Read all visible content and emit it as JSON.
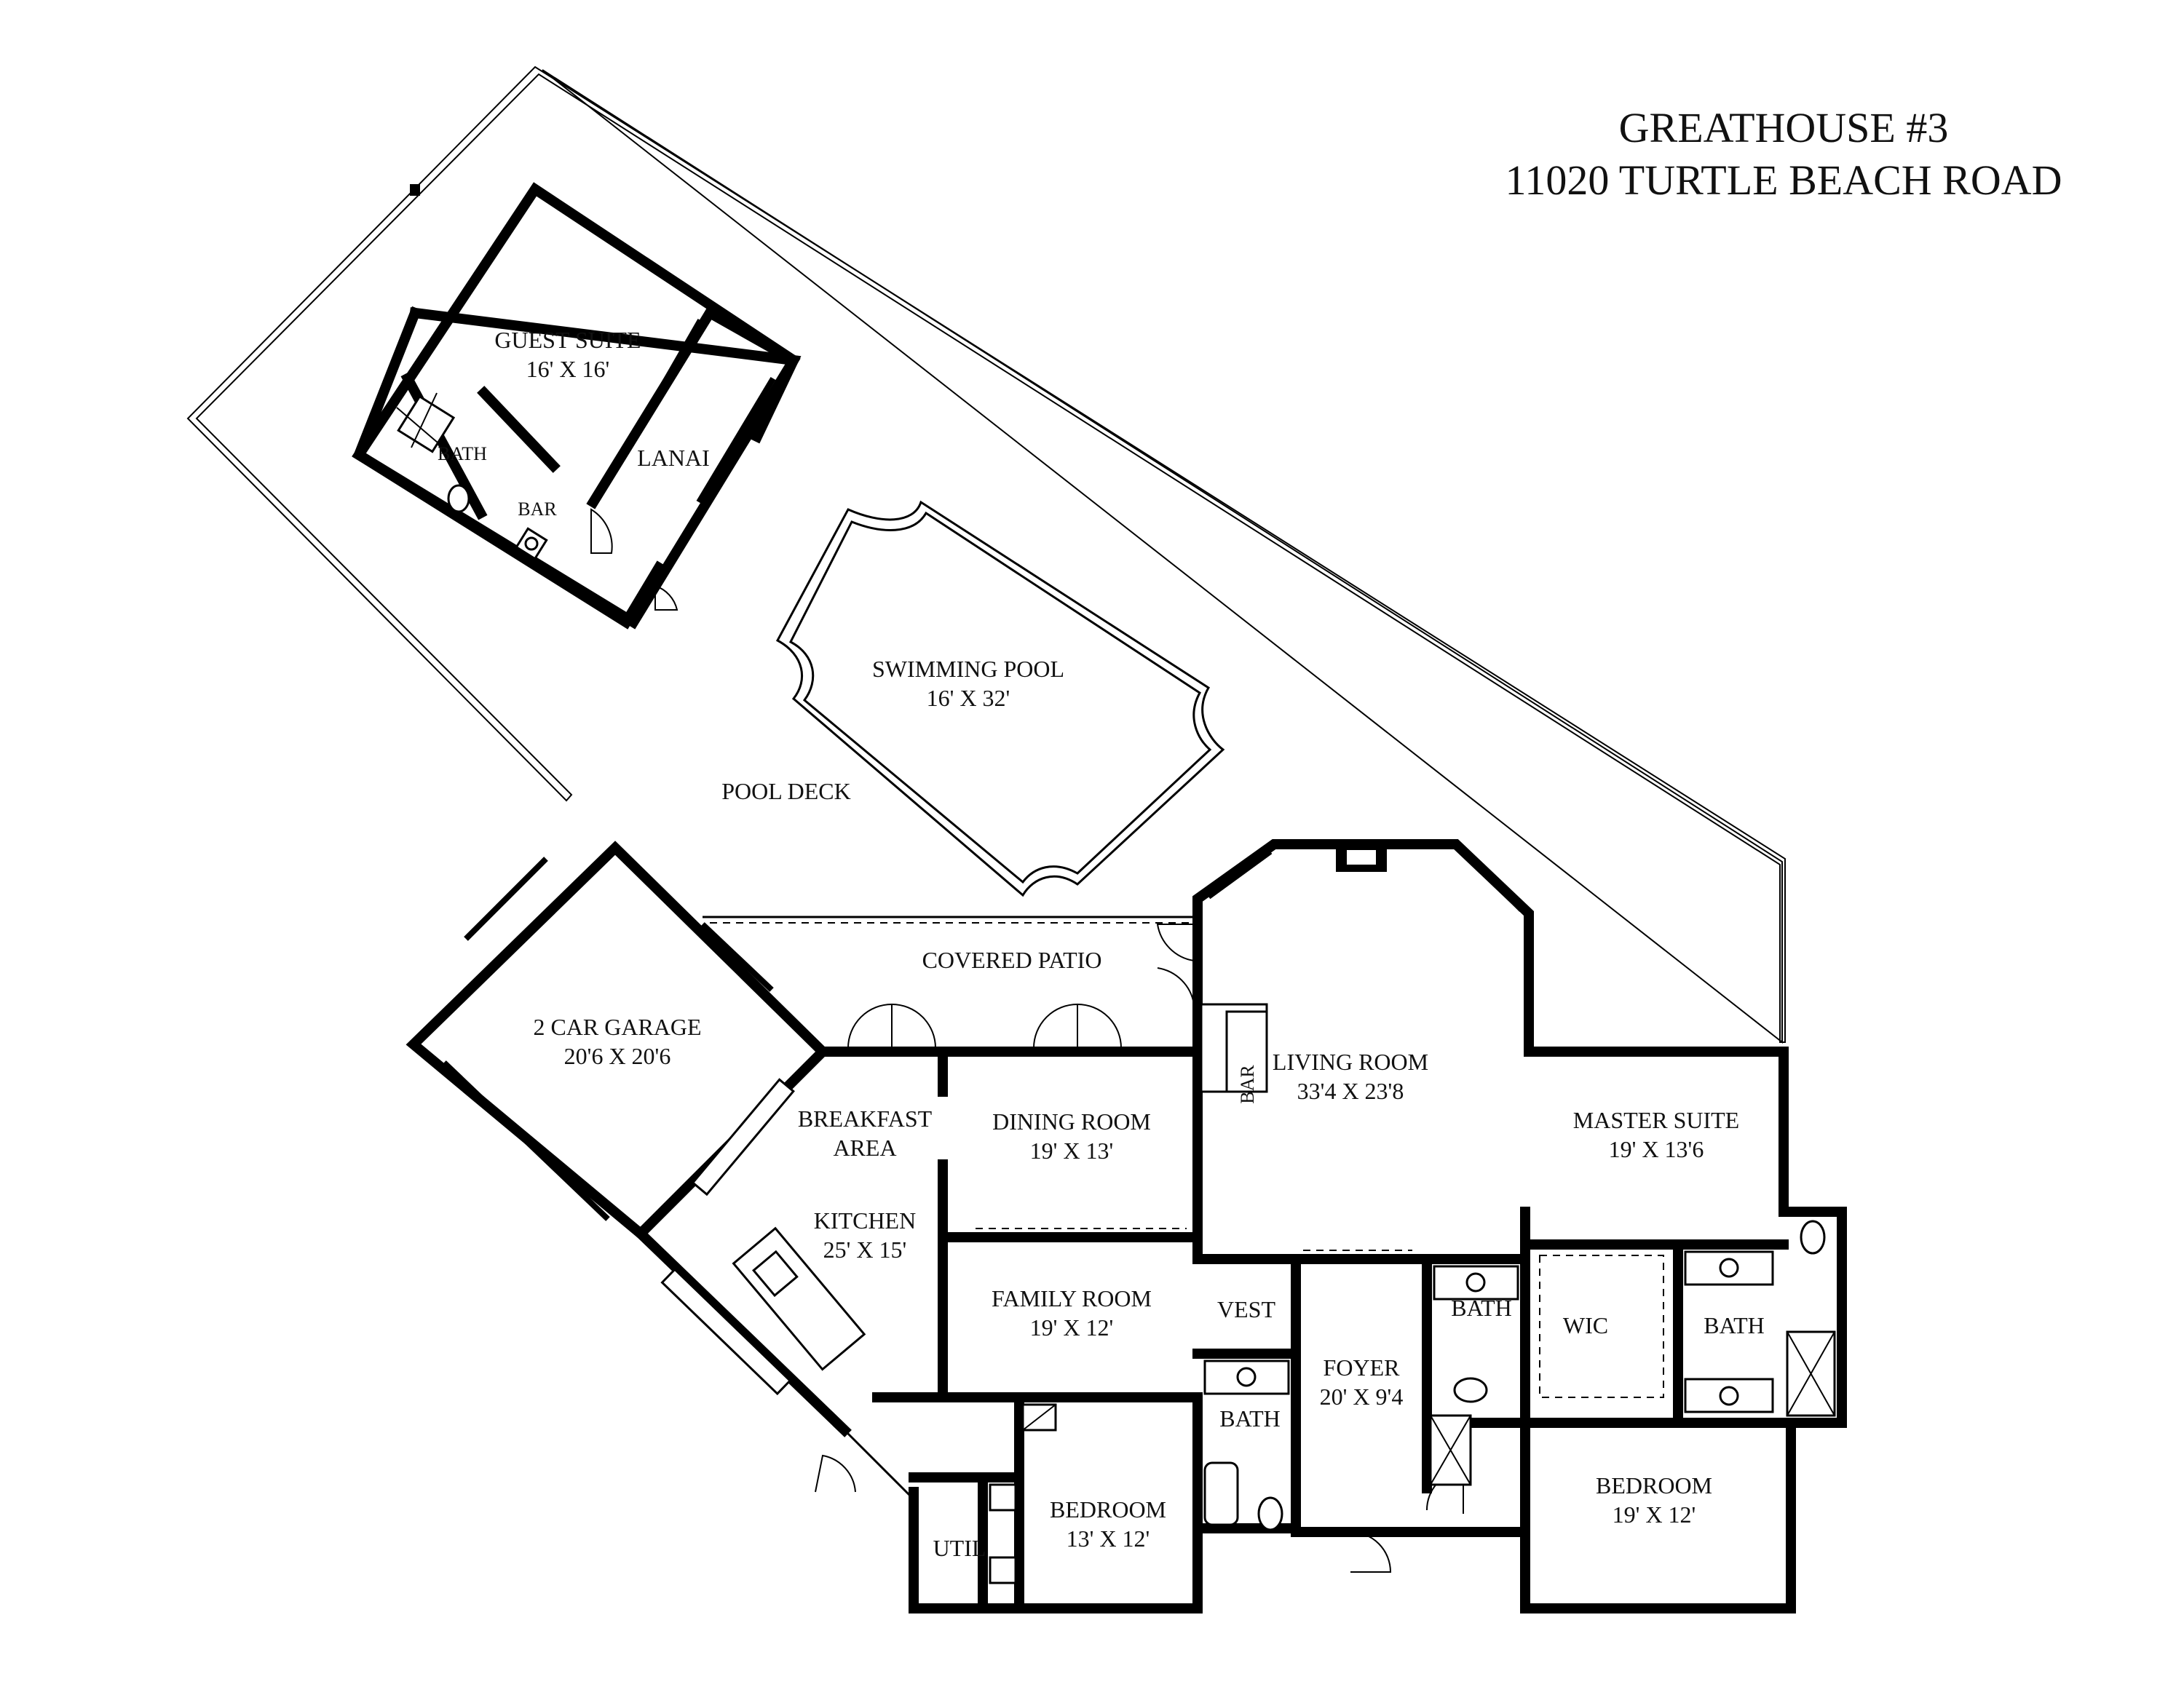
{
  "title": {
    "line1": "GREATHOUSE #3",
    "line2": "11020 TURTLE BEACH ROAD"
  },
  "rooms": {
    "guest_suite": {
      "name": "GUEST SUITE",
      "size": "16' X 16'"
    },
    "lanai": {
      "name": "LANAI"
    },
    "guest_bath": {
      "name": "BATH"
    },
    "guest_bar": {
      "name": "BAR"
    },
    "pool": {
      "name": "SWIMMING POOL",
      "size": "16' X 32'"
    },
    "pool_deck": {
      "name": "POOL DECK"
    },
    "covered_patio": {
      "name": "COVERED PATIO"
    },
    "garage": {
      "name": "2 CAR GARAGE",
      "size": "20'6 X 20'6"
    },
    "breakfast": {
      "name_line1": "BREAKFAST",
      "name_line2": "AREA"
    },
    "dining": {
      "name": "DINING ROOM",
      "size": "19' X 13'"
    },
    "kitchen": {
      "name": "KITCHEN",
      "size": "25' X 15'"
    },
    "living": {
      "name": "LIVING ROOM",
      "size": "33'4 X 23'8"
    },
    "living_bar": {
      "name": "BAR"
    },
    "master": {
      "name": "MASTER SUITE",
      "size": "19' X 13'6"
    },
    "family": {
      "name": "FAMILY ROOM",
      "size": "19' X 12'"
    },
    "vest": {
      "name": "VEST"
    },
    "hall_bath": {
      "name": "BATH"
    },
    "foyer": {
      "name": "FOYER",
      "size": "20' X 9'4"
    },
    "bath_center": {
      "name": "BATH"
    },
    "wic": {
      "name": "WIC"
    },
    "master_bath": {
      "name": "BATH"
    },
    "bedroom_left": {
      "name": "BEDROOM",
      "size": "13' X 12'"
    },
    "util": {
      "name": "UTIL"
    },
    "bedroom_right": {
      "name": "BEDROOM",
      "size": "19' X 12'"
    }
  }
}
